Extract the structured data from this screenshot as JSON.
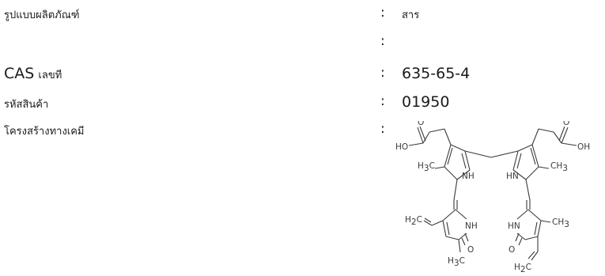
{
  "product_format": {
    "label": "รูปแบบผลิตภัณฑ์",
    "value": "สาร"
  },
  "blank_row": {
    "value": ""
  },
  "cas": {
    "label_main": "CAS",
    "label_thai": "เลขที",
    "value": "635-65-4"
  },
  "product_code": {
    "label": "รหัสสินค้า",
    "value": "01950"
  },
  "chemical_structure": {
    "label": "โครงสร้างทางเคมี",
    "atoms": {
      "o": "O",
      "ho": "HO",
      "oh": "OH",
      "nh": "NH",
      "hn": "HN",
      "h": "H",
      "c": "C",
      "sub3": "3",
      "sub2": "2"
    }
  },
  "separator": ":"
}
